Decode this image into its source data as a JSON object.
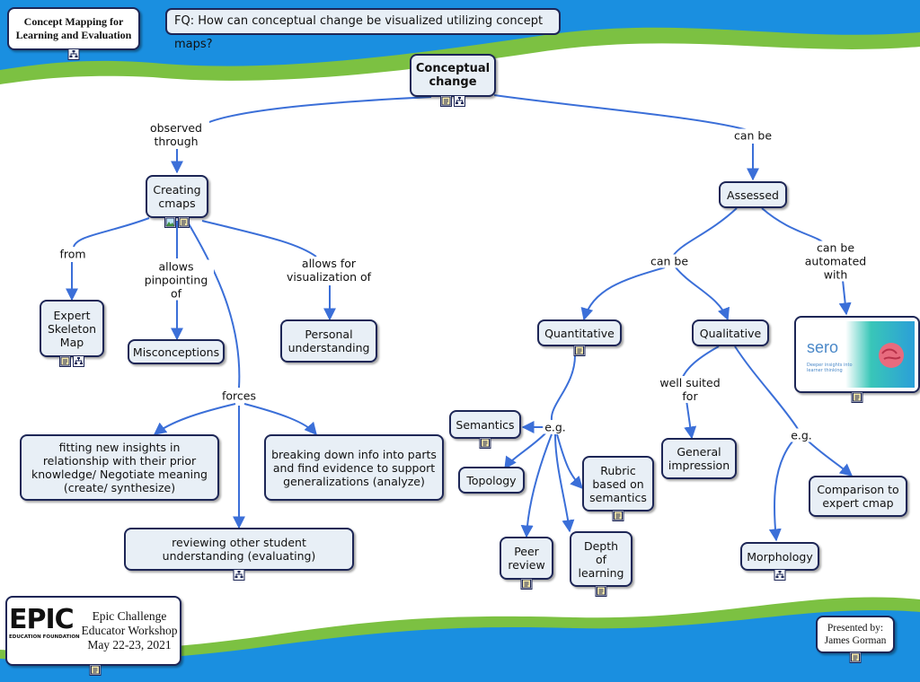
{
  "header": {
    "title": "Concept Mapping for Learning and Evaluation",
    "focus_question": "FQ: How can conceptual change be visualized utilizing concept maps?"
  },
  "nodes": {
    "conceptual_change": "Conceptual change",
    "creating_cmaps": "Creating cmaps",
    "assessed": "Assessed",
    "expert_skeleton": "Expert Skeleton Map",
    "misconceptions": "Misconceptions",
    "personal_understanding": "Personal understanding",
    "fitting": "fitting new insights in relationship with their prior knowledge/ Negotiate meaning (create/ synthesize)",
    "breaking": "breaking down info into parts and find evidence to support generalizations (analyze)",
    "reviewing": "reviewing other student understanding (evaluating)",
    "quantitative": "Quantitative",
    "qualitative": "Qualitative",
    "semantics": "Semantics",
    "topology": "Topology",
    "rubric": "Rubric based on semantics",
    "peer_review": "Peer review",
    "depth": "Depth of learning",
    "general_impression": "General impression",
    "comparison": "Comparison to expert cmap",
    "morphology": "Morphology"
  },
  "links": {
    "observed_through": "observed through",
    "can_be_1": "can be",
    "from": "from",
    "allows_pinpointing": "allows pinpointing of",
    "allows_visualization": "allows for visualization of",
    "forces": "forces",
    "can_be_2": "can be",
    "can_be_automated": "can be automated with",
    "eg_1": "e.g.",
    "well_suited": "well suited for",
    "eg_2": "e.g."
  },
  "sero": {
    "brand": "sero",
    "tagline": "Deeper insights into learner thinking"
  },
  "footer": {
    "event_line1": "Epic Challenge",
    "event_line2": "Educator Workshop",
    "event_line3": "May 22-23, 2021",
    "logo_text": "EPIC",
    "logo_sub": "EDUCATION FOUNDATION",
    "presented_by": "Presented by:",
    "presenter": "James Gorman"
  },
  "colors": {
    "wave_blue": "#1a8fe0",
    "wave_green": "#7cc142",
    "link": "#3b6fd8",
    "node_border": "#1d2656",
    "node_fill": "#e8eff6"
  }
}
